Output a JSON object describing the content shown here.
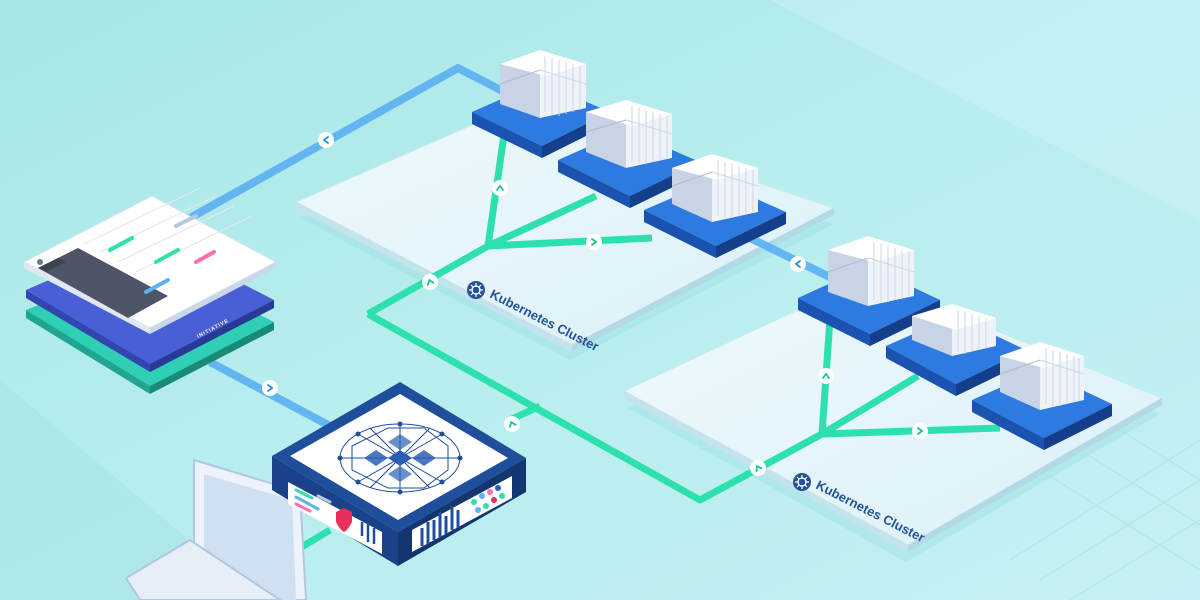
{
  "clusters": [
    {
      "label": "Kubernetes Cluster"
    },
    {
      "label": "Kubernetes Cluster"
    }
  ],
  "dashboard": {
    "caption": "INITIATIVE"
  },
  "colors": {
    "background": "#b7eeee",
    "cluster_plate": "#e7f6fb",
    "node_box": "#1f63c7",
    "container": "#e3e9f4",
    "green_link": "#2ee0ad",
    "blue_link": "#5fb2f2",
    "appliance": "#1f4f9a"
  },
  "icons": [
    "kubernetes-icon",
    "chevron-icon",
    "shield-icon",
    "laptop-icon",
    "mesh-network-icon"
  ]
}
